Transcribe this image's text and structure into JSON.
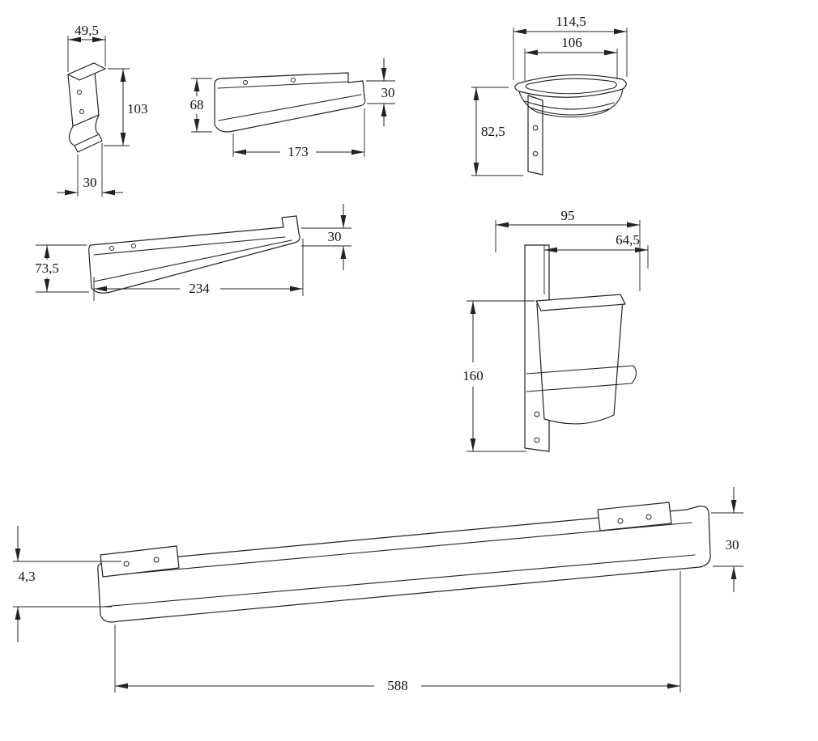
{
  "drawing": {
    "hook": {
      "width": "49,5",
      "height": "103",
      "depth": "30"
    },
    "holder_173": {
      "height": "68",
      "length": "173",
      "profile_height": "30"
    },
    "soap_dish": {
      "outer_width": "114,5",
      "inner_width": "106",
      "height": "82,5"
    },
    "towel_bar_234": {
      "end_height": "73,5",
      "length": "234",
      "profile_height": "30"
    },
    "tumbler_holder": {
      "width": "95",
      "inner_width": "64,5",
      "height": "160"
    },
    "towel_rail_588": {
      "offset": "4,3",
      "profile_height": "30",
      "length": "588"
    }
  }
}
